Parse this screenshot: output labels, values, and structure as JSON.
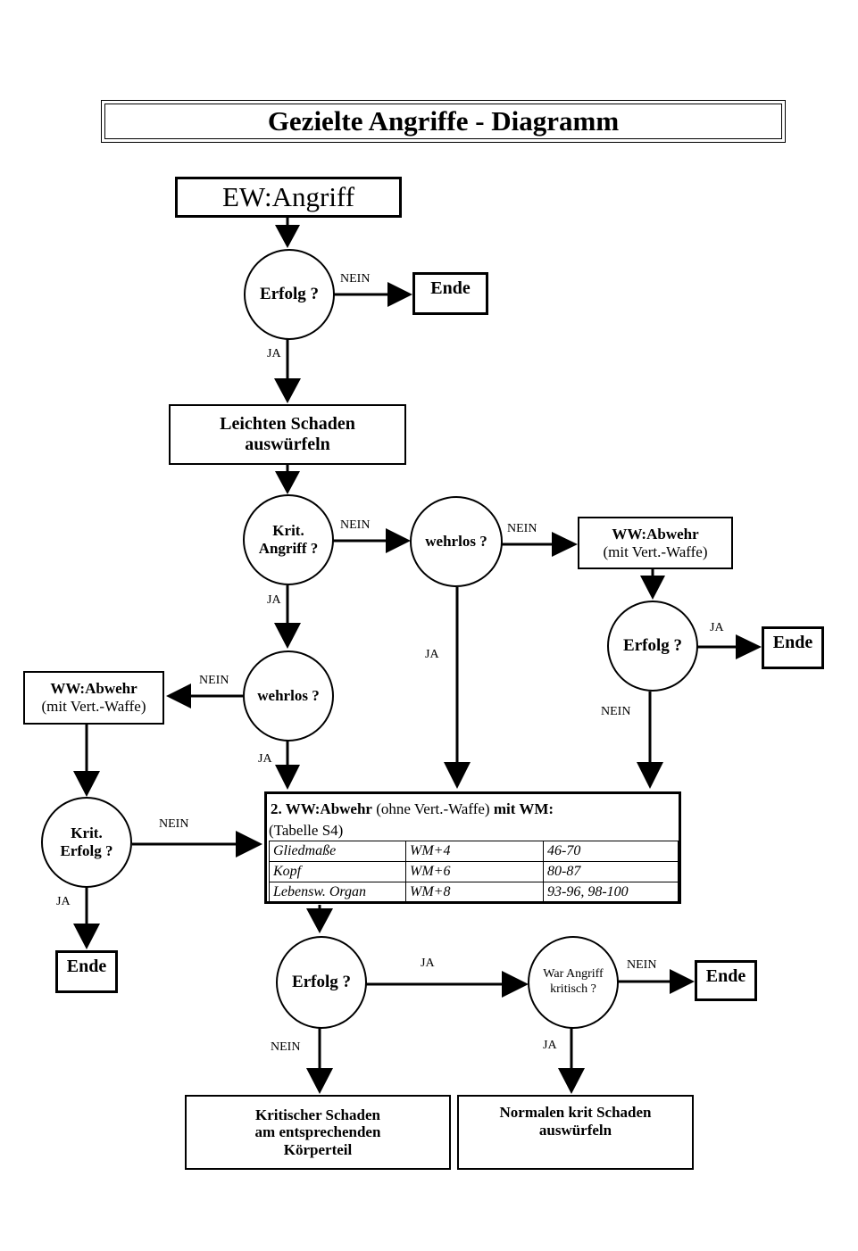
{
  "title": "Gezielte Angriffe - Diagramm",
  "nodes": {
    "start": "EW:Angriff",
    "erfolg1": "Erfolg ?",
    "ende1": "Ende",
    "leichten_line1": "Leichten Schaden",
    "leichten_line2": "auswürfeln",
    "krit_line1": "Krit.",
    "krit_line2": "Angriff ?",
    "wehrlos1": "wehrlos ?",
    "ww_right_line1": "WW:Abwehr",
    "ww_right_line2": "(mit Vert.-Waffe)",
    "erfolg_right": "Erfolg ?",
    "ende_right": "Ende",
    "wehrlos2": "wehrlos ?",
    "ww_left_line1": "WW:Abwehr",
    "ww_left_line2": "(mit Vert.-Waffe)",
    "krit_erfolg_line1": "Krit.",
    "krit_erfolg_line2": "Erfolg ?",
    "ende_left": "Ende",
    "erfolg_bottom": "Erfolg ?",
    "war_line1": "War Angriff",
    "war_line2": "kritisch ?",
    "ende_bottom": "Ende",
    "krit_schaden_line1": "Kritischer Schaden",
    "krit_schaden_line2": "am entsprechenden",
    "krit_schaden_line3": "Körperteil",
    "normal_line1": "Normalen krit Schaden",
    "normal_line2": "auswürfeln"
  },
  "info": {
    "head_bold1": "2. WW:Abwehr",
    "head_normal": " (ohne Vert.-Waffe) ",
    "head_bold2": "mit WM:",
    "sub": "(Tabelle S4)",
    "rows": [
      [
        "Gliedmaße",
        "WM+4",
        "46-70"
      ],
      [
        "Kopf",
        "WM+6",
        "80-87"
      ],
      [
        "Lebensw. Organ",
        "WM+8",
        "93-96, 98-100"
      ]
    ]
  },
  "edge_labels": {
    "nein": "NEIN",
    "ja": "JA"
  }
}
